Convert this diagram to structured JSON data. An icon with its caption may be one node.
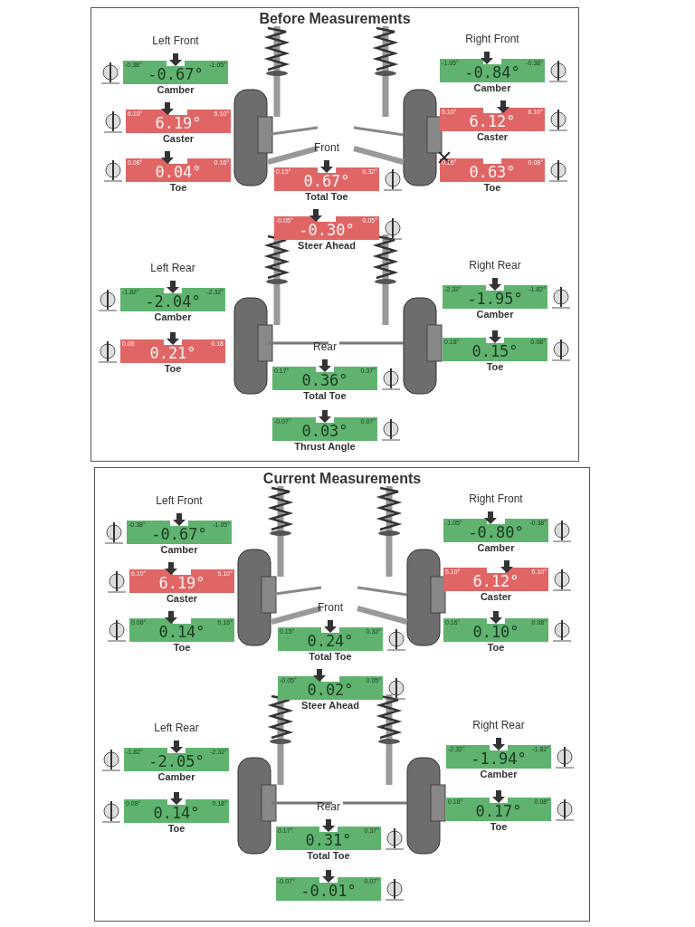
{
  "diagram": {
    "nodes": [
      {
        "text": [
          "Before Measurements"
        ]
      },
      {
        "text": [
          "-0.38°",
          "-1.05°",
          "-0.67°",
          "Camber"
        ],
        "in": 0,
        "beside": [
          "Left Front"
        ]
      },
      {
        "text": [
          "-1.05°",
          "-0.38°",
          "-0.84°",
          "Camber"
        ],
        "in": 0,
        "beside": [
          "Right Front"
        ]
      },
      {
        "text": [
          "6.10°",
          "5.10°",
          "6.19°",
          "Caster"
        ],
        "in": 0
      },
      {
        "text": [
          "5.10°",
          "6.10°",
          "6.12°",
          "Caster"
        ],
        "in": 0
      },
      {
        "text": [
          "0.08°",
          "0.16°",
          "0.04°",
          "Toe"
        ],
        "in": 0
      },
      {
        "text": [
          "0.16°",
          "0.08°",
          "0.63°",
          "Toe"
        ],
        "in": 0
      },
      {
        "text": [
          "0.15°",
          "0.32°",
          "0.67°",
          "Total Toe"
        ],
        "in": 0,
        "beside": [
          "Front"
        ]
      },
      {
        "text": [
          "-0.05°",
          "0.05°",
          "-0.30°",
          "Steer Ahead"
        ],
        "in": 0
      },
      {
        "text": [
          "-1.82°",
          "-2.32°",
          "-2.04°",
          "Camber"
        ],
        "in": 0,
        "beside": [
          "Left Rear"
        ]
      },
      {
        "text": [
          "-2.32°",
          "-1.82°",
          "-1.95°",
          "Camber"
        ],
        "in": 0,
        "beside": [
          "Right Rear"
        ]
      },
      {
        "text": [
          "0.08",
          "0.18",
          "0.21°",
          "Toe"
        ],
        "in": 0
      },
      {
        "text": [
          "0.18°",
          "0.08°",
          "0.15°",
          "Toe"
        ],
        "in": 0
      },
      {
        "text": [
          "0.17°",
          "0.37°",
          "0.36°",
          "Total Toe"
        ],
        "in": 0,
        "beside": [
          "Rear"
        ]
      },
      {
        "text": [
          "-0.07°",
          "0.07°",
          "0.03°",
          "Thrust Angle"
        ],
        "in": 0
      },
      {
        "text": [
          "Current Measurements"
        ]
      },
      {
        "text": [
          "-0.38°",
          "-1.05°",
          "-0.67°",
          "Camber"
        ],
        "in": 15,
        "beside": [
          "Left Front"
        ]
      },
      {
        "text": [
          "-1.05°",
          "-0.38°",
          "-0.80°",
          "Camber"
        ],
        "in": 15,
        "beside": [
          "Right Front"
        ]
      },
      {
        "text": [
          "6.10°",
          "5.10°",
          "6.19°",
          "Caster"
        ],
        "in": 15
      },
      {
        "text": [
          "5.10°",
          "6.10°",
          "6.12°",
          "Caster"
        ],
        "in": 15
      },
      {
        "text": [
          "0.08°",
          "0.16°",
          "0.14°",
          "Toe"
        ],
        "in": 15
      },
      {
        "text": [
          "0.16°",
          "0.08°",
          "0.10°",
          "Toe"
        ],
        "in": 15
      },
      {
        "text": [
          "0.15°",
          "0.32°",
          "0.24°",
          "Total Toe"
        ],
        "in": 15,
        "beside": [
          "Front"
        ]
      },
      {
        "text": [
          "-0.05°",
          "0.05°",
          "0.02°",
          "Steer Ahead"
        ],
        "in": 15
      },
      {
        "text": [
          "-1.82°",
          "-2.32°",
          "-2.05°",
          "Camber"
        ],
        "in": 15,
        "beside": [
          "Left Rear"
        ]
      },
      {
        "text": [
          "-2.32°",
          "-1.82°",
          "-1.94°",
          "Camber"
        ],
        "in": 15,
        "beside": [
          "Right Rear"
        ]
      },
      {
        "text": [
          "0.08°",
          "0.18°",
          "0.14°",
          "Toe"
        ],
        "in": 15
      },
      {
        "text": [
          "0.18°",
          "0.08°",
          "0.17°",
          "Toe"
        ],
        "in": 15
      },
      {
        "text": [
          "0.17°",
          "0.37°",
          "0.31°",
          "Total Toe"
        ],
        "in": 15,
        "beside": [
          "Rear"
        ]
      },
      {
        "text": [
          "-0.07°",
          "0.07°",
          "-0.01°"
        ],
        "in": 15
      }
    ]
  }
}
